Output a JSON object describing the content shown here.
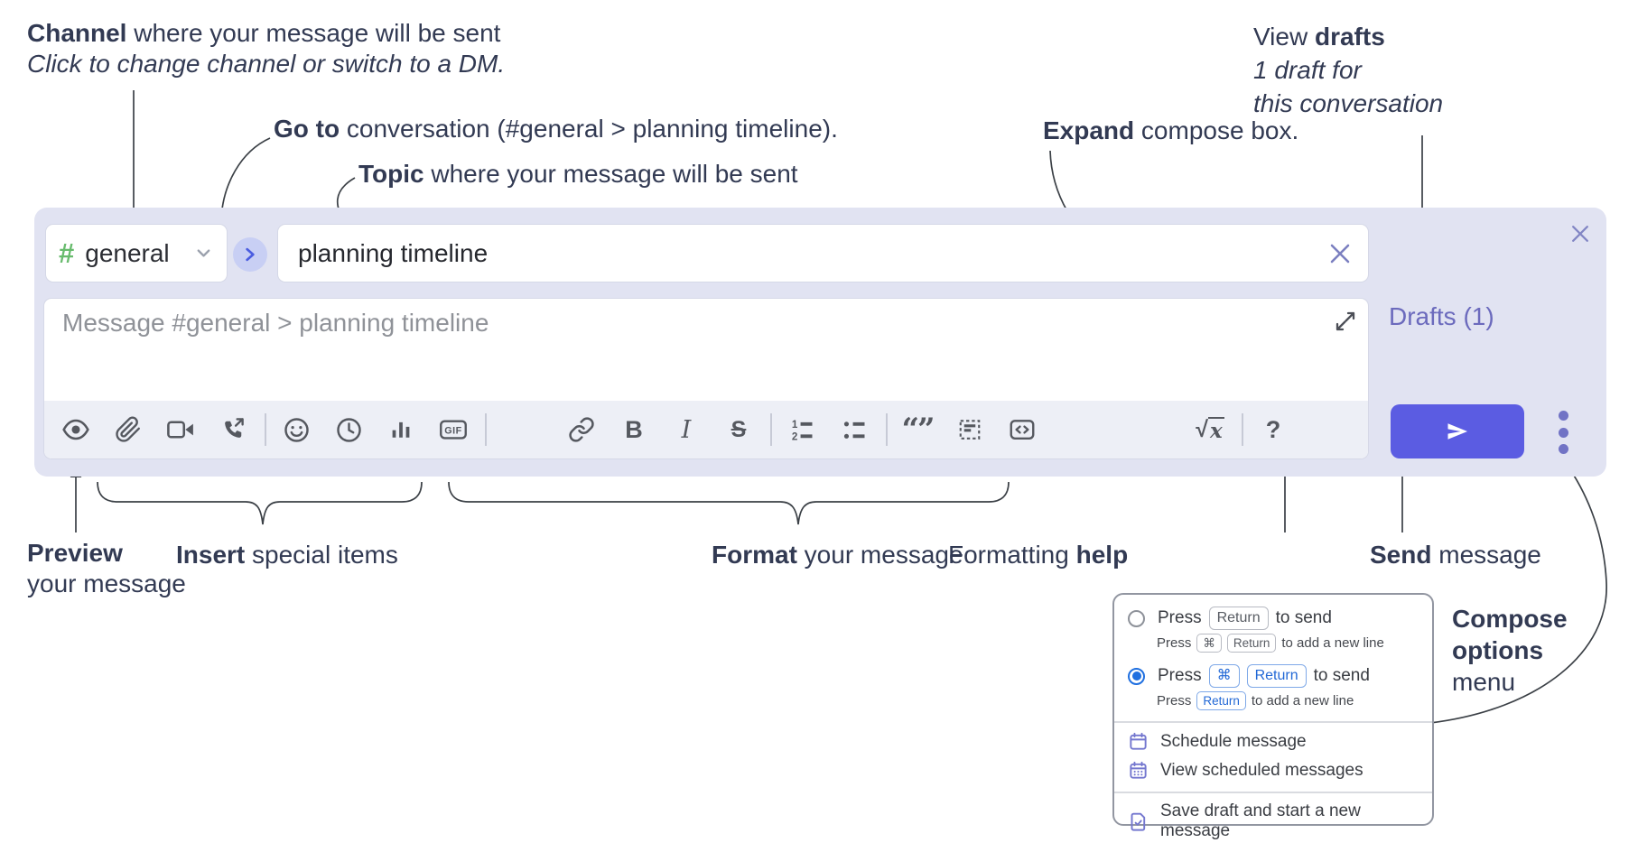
{
  "colors": {
    "compose_bg": "#e1e3f2",
    "send_button_blue": "#5b5ce2",
    "drafts_link_purple": "#6b6abd",
    "hash_green": "#68bb6d",
    "goto_chevron_blue": "#4a5ce0",
    "goto_circle_bg": "#c8cff4",
    "keycap_blue": "#2268d6",
    "radio_selected_blue": "#1f6fe0",
    "menu_icon_purple": "#7477cf",
    "toolbar_icon_gray": "#55585f",
    "annotation_text": "#323a53"
  },
  "annotations": {
    "channel": {
      "bold": "Channel",
      "rest": " where your message will be sent",
      "sub": "Click to change channel or switch to a DM."
    },
    "goto": {
      "bold": "Go to",
      "rest": " conversation (#general > planning timeline)."
    },
    "topic": {
      "bold": "Topic",
      "rest": " where your message will be sent"
    },
    "expand": {
      "bold": "Expand",
      "rest": " compose box."
    },
    "drafts": {
      "pre": "View ",
      "bold": "drafts",
      "sub1": "1 draft for",
      "sub2": "this conversation"
    },
    "preview": {
      "bold": "Preview",
      "rest": "your message"
    },
    "insert": {
      "bold": "Insert",
      "rest": " special items"
    },
    "format": {
      "bold": "Format",
      "rest": " your message"
    },
    "help": {
      "pre": "Formatting ",
      "bold": "help"
    },
    "send": {
      "bold": "Send",
      "rest": " message"
    },
    "compose_options": {
      "bold1": "Compose",
      "bold2": "options",
      "rest": "menu"
    }
  },
  "compose": {
    "channel_selector": {
      "hash": "#",
      "label": "general"
    },
    "topic_input": {
      "value": "planning timeline"
    },
    "message_input": {
      "placeholder": "Message #general > planning timeline"
    },
    "drafts_link": "Drafts (1)",
    "toolbar": {
      "gif_label": "GIF",
      "bold_glyph": "B",
      "italic_glyph": "I",
      "strike_glyph": "S",
      "quote_glyph": "“”",
      "math_root": "√",
      "math_x": "x",
      "help_glyph": "?"
    }
  },
  "popup": {
    "radio_options": [
      {
        "main_pre": "Press",
        "key1": "Return",
        "main_post": "to send",
        "sub_pre": "Press",
        "sub_key1": "⌘",
        "sub_key2": "Return",
        "sub_post": "to add a new line"
      },
      {
        "main_pre": "Press",
        "key1": "⌘",
        "key2": "Return",
        "main_post": "to send",
        "sub_pre": "Press",
        "sub_key1": "Return",
        "sub_post": "to add a new line"
      }
    ],
    "menu_items": [
      {
        "label": "Schedule message"
      },
      {
        "label": "View scheduled messages"
      },
      {
        "label": "Save draft and start a new message"
      }
    ]
  }
}
